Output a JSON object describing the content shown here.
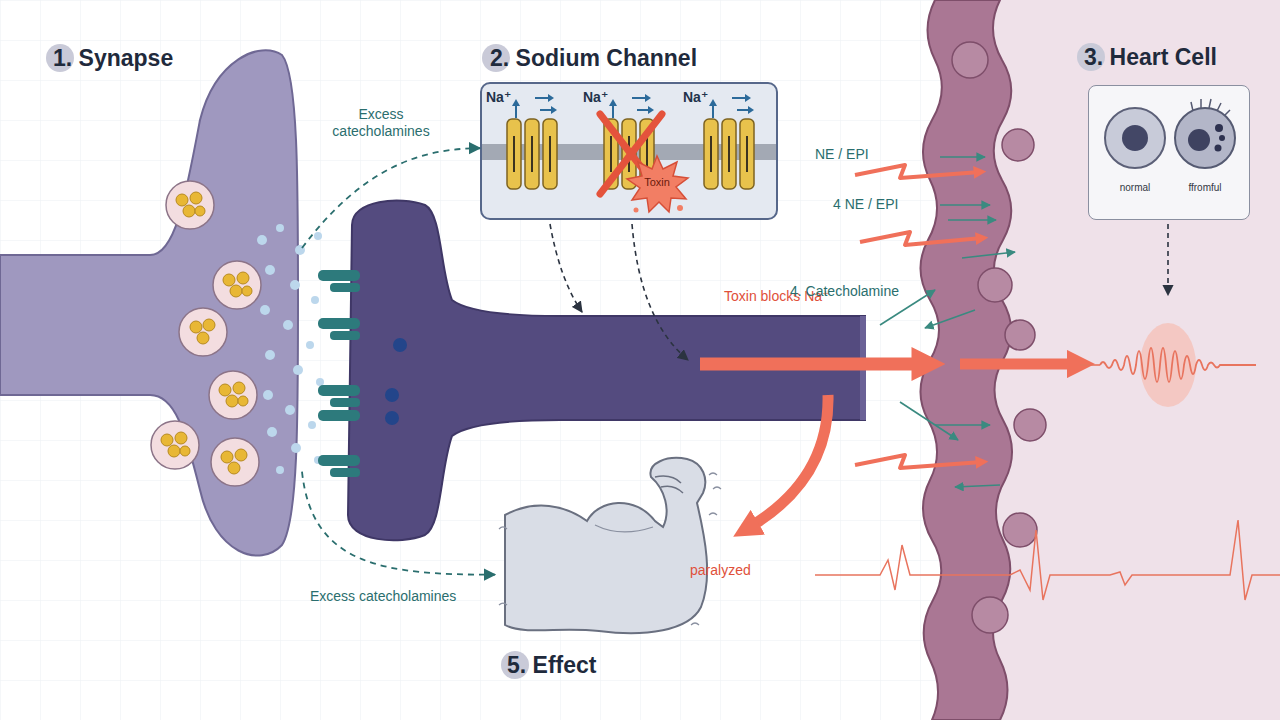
{
  "diagram": {
    "nodes": [
      {
        "text": [
          "1. Synapse"
        ]
      },
      {
        "text": [
          "2. Sodium Channel"
        ]
      },
      {
        "text": [
          "Toxin"
        ],
        "in": 1
      },
      {
        "text": [
          "3. Heart Cell"
        ]
      },
      {
        "text": [
          "normal"
        ],
        "in": 3
      },
      {
        "text": [
          "ffromful"
        ],
        "in": 3
      },
      {
        "text": [
          "paralyzed",
          "5. Effect"
        ]
      }
    ],
    "edges": [
      {
        "from": 0,
        "to": 1,
        "label": "Excess catecholamines",
        "arrow": "to"
      },
      {
        "from": 0,
        "to": 6,
        "label": "Excess catecholamines",
        "arrow": "to"
      }
    ],
    "labels": [
      "Na⁺",
      "Na⁺",
      "Na⁺",
      "Toxin blocks Na⁺",
      "NE / EPI",
      "4 NE / EPI",
      "4. Catecholamine"
    ]
  }
}
